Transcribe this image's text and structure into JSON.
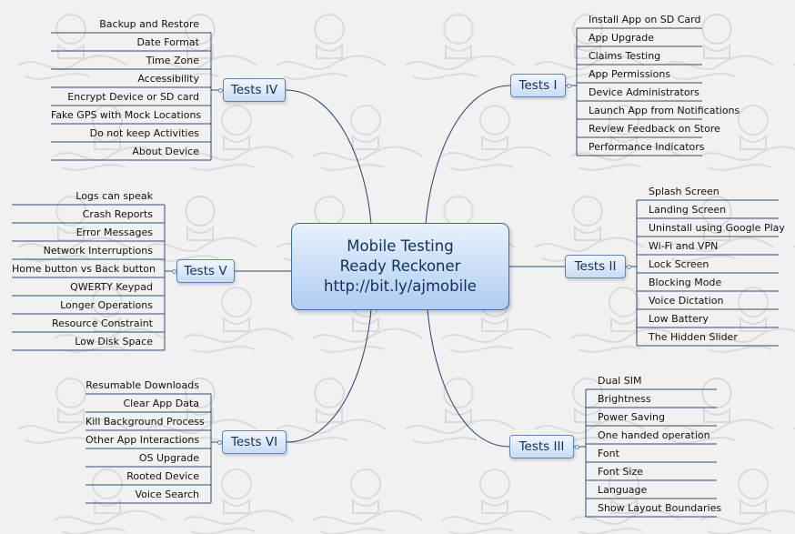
{
  "center": {
    "line1": "Mobile Testing",
    "line2": "Ready Reckoner",
    "line3": "http://bit.ly/ajmobile"
  },
  "colors": {
    "connector": "#2d4f78",
    "node_border": "#5d86bb",
    "text": "#11305c"
  },
  "branches": [
    {
      "id": "tests-i",
      "label": "Tests I",
      "side": "right",
      "items": [
        "Install App on SD Card",
        "App Upgrade",
        "Claims Testing",
        "App Permissions",
        "Device Administrators",
        "Launch App from Notifications",
        "Review Feedback on Store",
        "Performance Indicators"
      ]
    },
    {
      "id": "tests-ii",
      "label": "Tests II",
      "side": "right",
      "items": [
        "Splash Screen",
        "Landing Screen",
        "Uninstall using Google Play",
        "Wi-Fi and VPN",
        "Lock Screen",
        "Blocking Mode",
        "Voice Dictation",
        "Low Battery",
        "The Hidden Slider"
      ]
    },
    {
      "id": "tests-iii",
      "label": "Tests III",
      "side": "right",
      "items": [
        "Dual SIM",
        "Brightness",
        "Power Saving",
        "One handed operation",
        "Font",
        "Font Size",
        "Language",
        "Show Layout Boundaries"
      ]
    },
    {
      "id": "tests-iv",
      "label": "Tests IV",
      "side": "left",
      "items": [
        "Backup and Restore",
        "Date Format",
        "Time Zone",
        "Accessibility",
        "Encrypt Device or SD card",
        "Fake GPS with Mock Locations",
        "Do not keep Activities",
        "About Device"
      ]
    },
    {
      "id": "tests-v",
      "label": "Tests V",
      "side": "left",
      "items": [
        "Logs can speak",
        "Crash Reports",
        "Error Messages",
        "Network Interruptions",
        "Home button vs Back button",
        "QWERTY Keypad",
        "Longer Operations",
        "Resource Constraint",
        "Low Disk Space"
      ]
    },
    {
      "id": "tests-vi",
      "label": "Tests VI",
      "side": "left",
      "items": [
        "Resumable Downloads",
        "Clear App Data",
        "Kill Background Process",
        "Other App Interactions",
        "OS Upgrade",
        "Rooted Device",
        "Voice Search"
      ]
    }
  ]
}
